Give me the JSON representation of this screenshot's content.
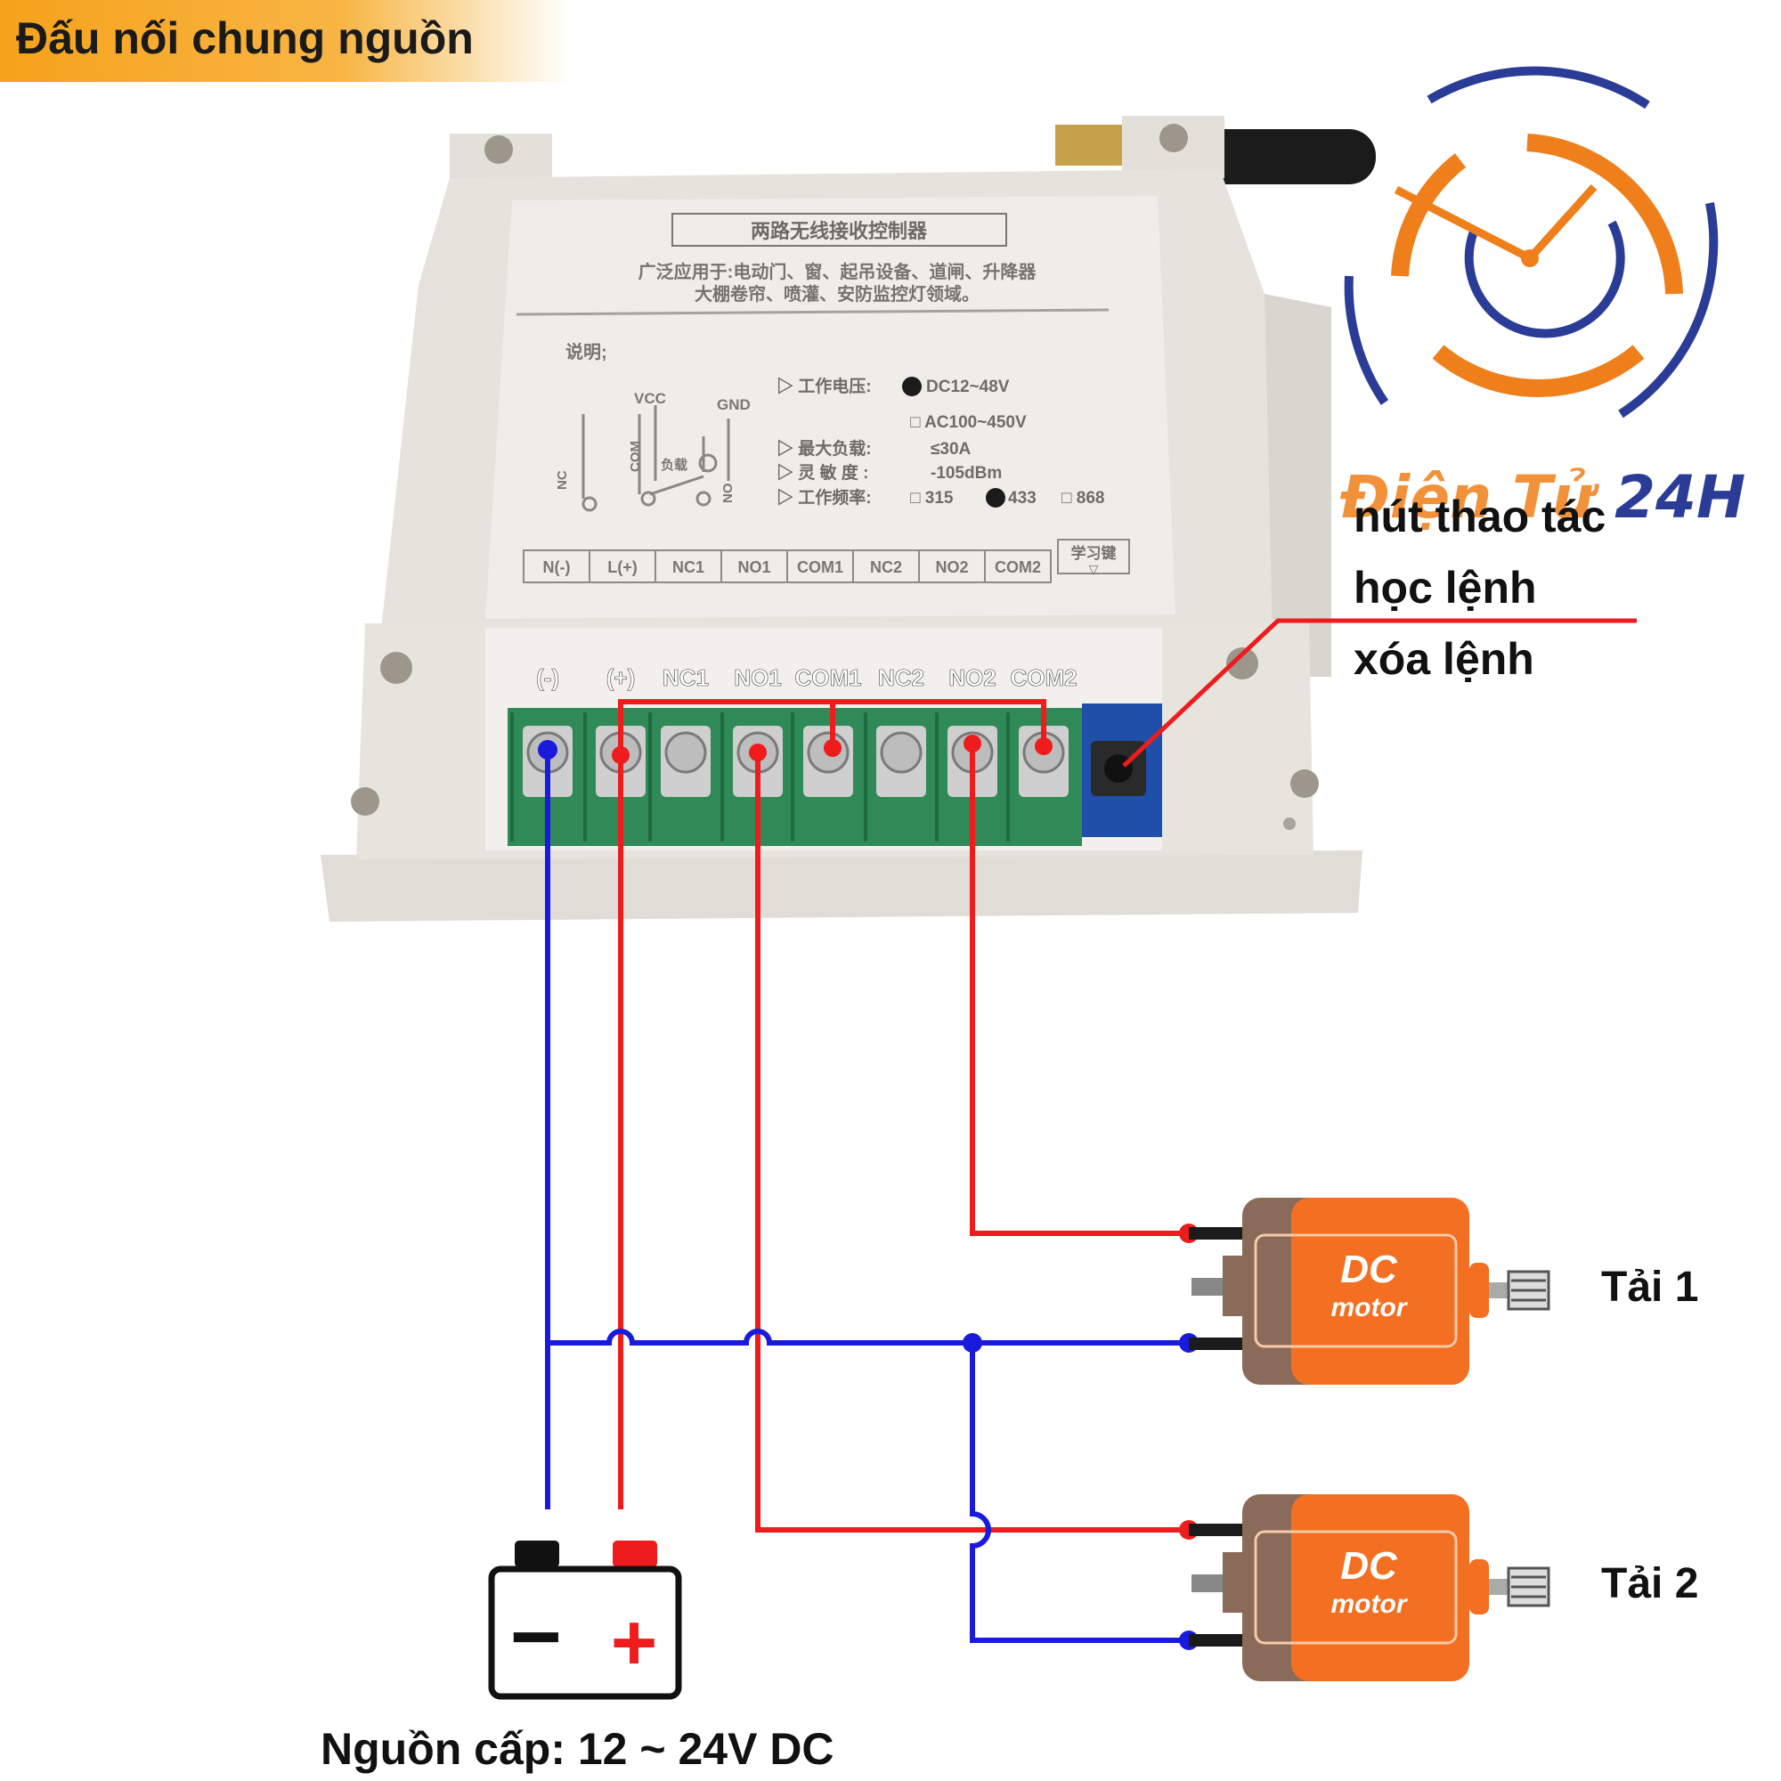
{
  "header": {
    "title": "Đấu nối chung nguồn"
  },
  "module": {
    "title_cn": "两路无线接收控制器",
    "desc_cn_1": "广泛应用于:电动门、窗、起吊设备、道闸、升降器",
    "desc_cn_2": "大棚卷帘、喷灌、安防监控灯领域。",
    "note_cn": "说明;",
    "schematic": {
      "vcc": "VCC",
      "gnd": "GND",
      "com": "COM",
      "nc": "NC",
      "no": "NO",
      "load": "负载"
    },
    "specs": {
      "voltage_label": "工作电压:",
      "voltage_dc": "DC12~48V",
      "voltage_ac": "AC100~450V",
      "max_load_label": "最大负载:",
      "max_load": "≤30A",
      "sensitivity_label": "灵 敏 度 :",
      "sensitivity": "-105dBm",
      "frequency_label": "工作频率:",
      "freq_315": "315",
      "freq_433": "433",
      "freq_868": "868"
    },
    "printed_terminals": [
      "N(-)",
      "L(+)",
      "NC1",
      "NO1",
      "COM1",
      "NC2",
      "NO2",
      "COM2"
    ],
    "learn_key_cn": "学习键",
    "terminal_labels": [
      "(-)",
      "(+)",
      "NC1",
      "NO1",
      "COM1",
      "NC2",
      "NO2",
      "COM2"
    ]
  },
  "callout": {
    "line1": "nút thao tác",
    "line2": "học lệnh",
    "line3": "xóa lệnh"
  },
  "brand": {
    "part1": "Điện Tử ",
    "part2": "24H"
  },
  "loads": [
    {
      "label": "Tải 1",
      "motor_line1": "DC",
      "motor_line2": "motor"
    },
    {
      "label": "Tải 2",
      "motor_line1": "DC",
      "motor_line2": "motor"
    }
  ],
  "power": {
    "label": "Nguồn cấp: 12 ~ 24V DC",
    "minus": "−",
    "plus": "+"
  },
  "colors": {
    "positive": "#ee1c1c",
    "negative": "#1a1adc",
    "motor": "#f36f21",
    "motor_dark": "#8a6a58",
    "brand_orange": "#ef7f1a",
    "brand_blue": "#2b3c96",
    "header_band": "#f6a21b"
  }
}
